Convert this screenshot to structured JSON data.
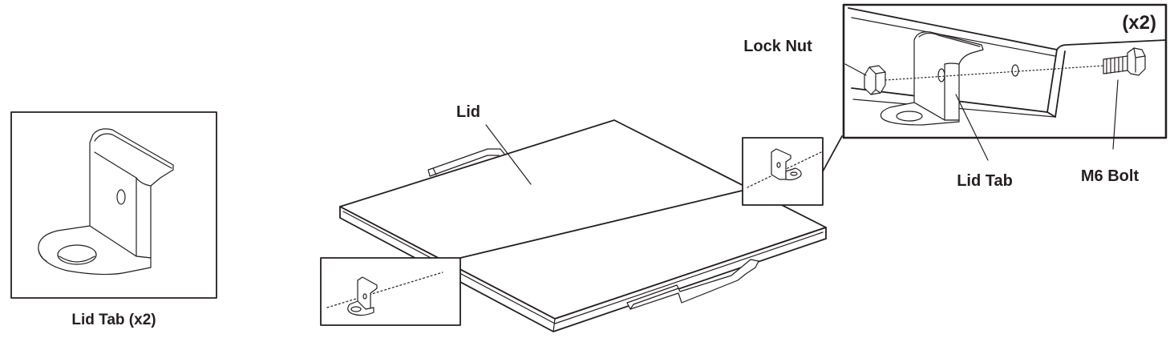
{
  "labels": {
    "lid": "Lid",
    "lock_nut": "Lock Nut",
    "lid_tab": "Lid Tab",
    "m6_bolt": "M6 Bolt",
    "lid_tab_x2": "Lid Tab (x2)",
    "quantity": "(x2)"
  },
  "colors": {
    "line": "#231f20",
    "background": "#ffffff"
  }
}
